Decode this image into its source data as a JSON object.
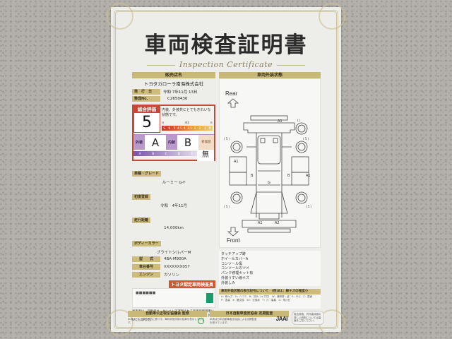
{
  "certificate": {
    "title": "車両検査証明書",
    "subtitle": "Inspection Certificate"
  },
  "dealer": {
    "header": "販売店名",
    "name": "トヨタカローラ南海株式会社",
    "date_label": "発　行　日",
    "date_value": "令和 7年11月 13日",
    "number_label": "整理No.",
    "number_value": "C2650436"
  },
  "rating": {
    "overall_label": "総合評価",
    "overall_value": "5",
    "comment": "内装、外装共にとてもきれいな状態です。",
    "overall_scale_left": "良",
    "overall_scale_mid": "標準",
    "overall_scale_right": "低",
    "overall_scale": [
      "S",
      "6",
      "5",
      "4.5",
      "4",
      "3.5",
      "3",
      "2",
      "1",
      "R"
    ],
    "exterior_label": "外装",
    "exterior_value": "A",
    "interior_label": "内装",
    "interior_value": "B",
    "repair_label": "修復歴",
    "repair_value": "無",
    "sub_scale_left": "良",
    "sub_scale_mid": "標準",
    "sub_scale_right": "低",
    "sub_scale": [
      "A",
      "B",
      "C",
      "D",
      "E"
    ]
  },
  "vehicle": {
    "grade_label": "車種・グレード",
    "grade_value": "ルーミー G-T",
    "registration_label": "初度登録",
    "registration_value": "令和　4年11月",
    "mileage_label": "走行距離",
    "mileage_value": "14,000km",
    "color_label": "ボディーカラー",
    "color_value": "ブライトシルバーM",
    "model_label": "型　　式",
    "model_value": "4BA-M900A",
    "chassis_label": "車台番号",
    "chassis_value": "XXXXXXX057",
    "engine_label": "エンジン",
    "engine_value": "ガソリン"
  },
  "inspector": {
    "tag": "トヨタ認定車両検査員",
    "name": "■■■■■■"
  },
  "disclaimer": "当車両は、自動車オークションで運用される車両評価基準に沿い、トヨタユーカーが認定した検査員が厳正に検査・評価いたしました。",
  "exterior_diagram": {
    "header": "車両外装状態",
    "rear_label": "Rear",
    "front_label": "Front",
    "marks": [
      "A1",
      "A1",
      "B",
      "B",
      "A1",
      "G",
      "A1",
      "A2"
    ],
    "tire_marks": [
      "( )",
      "( 5 )",
      "( 5 )",
      "( 5 )",
      "( 5 )"
    ]
  },
  "damage_notes": [
    "タッチアップ跡",
    "ホイールカバーA",
    "コンソール傷",
    "コンソールのツメ",
    "パンク修理キット有",
    "外装うすい線キズ",
    "外装しみ"
  ],
  "notice": {
    "header": "車両外装状態の表示記号について　(例)A1：線キズの程度小",
    "text": "A：線キズ　U：ヘコミ　B：凹み（キズ付）　W：補修跡・波　S：サビ　C：腐食　P：塗装　X：要交換　XX：交換済　Y：穴・亀裂　G：飛び石"
  },
  "footer": {
    "block1_header": "自動車公正取引協議会 監修",
    "block1_text": "本書は、公正競争規約に基づき、車両状態評価の結果を表示しています。",
    "block2_header": "日本自動車査定協会 定期監査",
    "block2_text": "本書は日本自動車査定協会による定期監査を受けています。",
    "jaai_logo": "JAAI",
    "note": "総合評価、内外装評価の詳しい説明については裏面をご覧ください。"
  }
}
